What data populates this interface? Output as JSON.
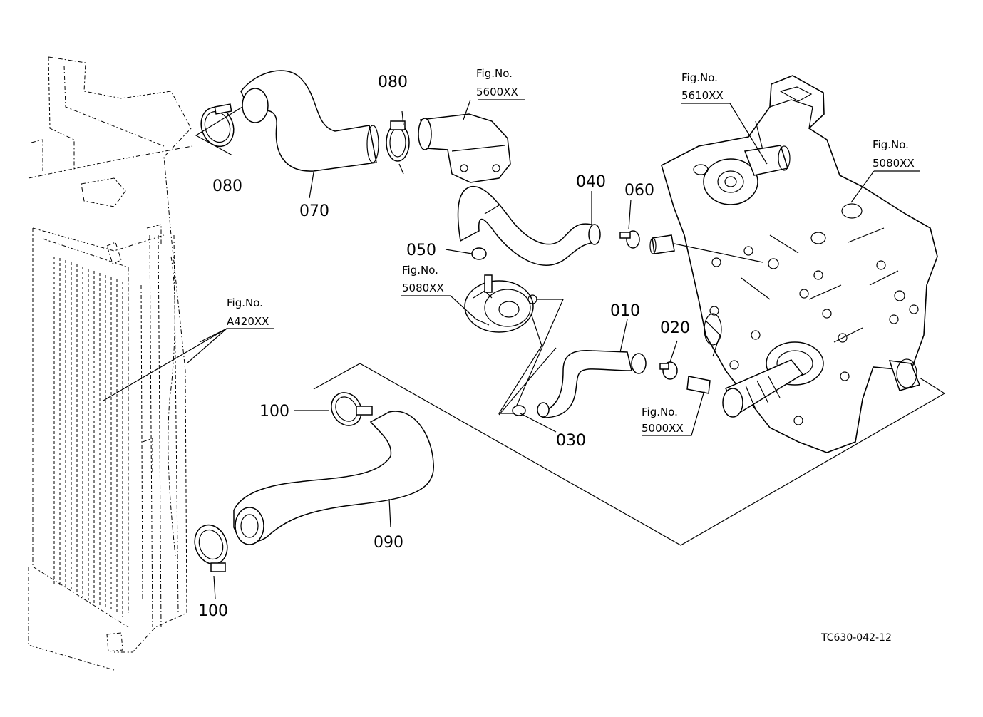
{
  "drawing_code": "TC630-042-12",
  "labels": {
    "p080a": "080",
    "p080b": "080",
    "p070": "070",
    "p040": "040",
    "p060": "060",
    "p050": "050",
    "p010": "010",
    "p020": "020",
    "p030": "030",
    "p100a": "100",
    "p100b": "100",
    "p090": "090"
  },
  "figure_refs": {
    "ref_5600": {
      "prefix": "Fig.No.",
      "code": "5600XX"
    },
    "ref_5610": {
      "prefix": "Fig.No.",
      "code": "5610XX"
    },
    "ref_5080_right": {
      "prefix": "Fig.No.",
      "code": "5080XX"
    },
    "ref_5080_cooler": {
      "prefix": "Fig.No.",
      "code": "5080XX"
    },
    "ref_a420": {
      "prefix": "Fig.No.",
      "code": "A420XX"
    },
    "ref_5000": {
      "prefix": "Fig.No.",
      "code": "5000XX"
    }
  }
}
